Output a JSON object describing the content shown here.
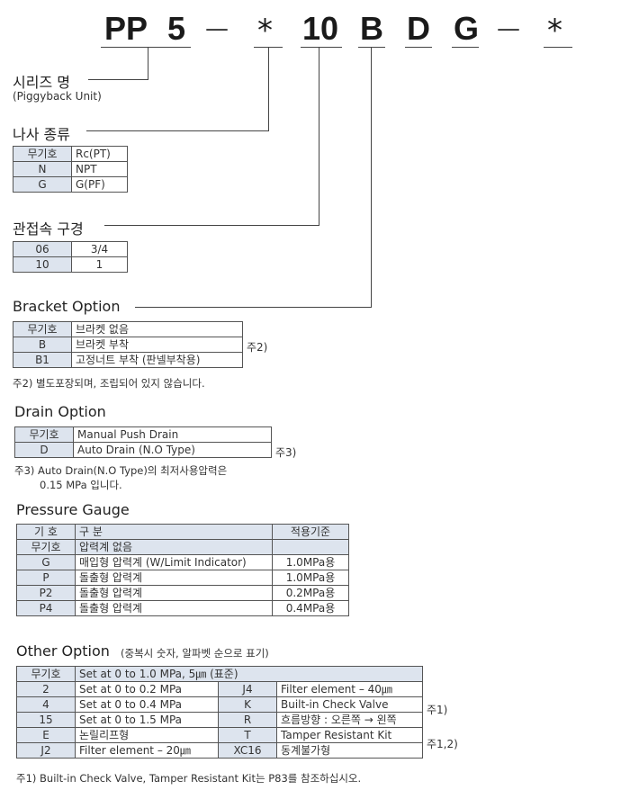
{
  "model_code": {
    "pp": "PP",
    "five": "5",
    "dash1": "—",
    "star1": "*",
    "ten": "10",
    "b": "B",
    "d": "D",
    "g": "G",
    "dash2": "—",
    "star2": "*"
  },
  "series": {
    "title": "시리즈 명",
    "subtitle": "(Piggyback Unit)"
  },
  "thread": {
    "title": "나사 종류",
    "rows": [
      [
        "무기호",
        "Rc(PT)"
      ],
      [
        "N",
        "NPT"
      ],
      [
        "G",
        "G(PF)"
      ]
    ]
  },
  "port": {
    "title": "관접속 구경",
    "rows": [
      [
        "06",
        "3/4"
      ],
      [
        "10",
        "1"
      ]
    ]
  },
  "bracket": {
    "title": "Bracket  Option",
    "rows": [
      [
        "무기호",
        "브라켓 없음"
      ],
      [
        "B",
        "브라켓 부착"
      ],
      [
        "B1",
        "고정너트 부착 (판넬부착용)"
      ]
    ],
    "side_note": "주2)",
    "note": "주2) 별도포장되며, 조립되어 있지 않습니다."
  },
  "drain": {
    "title": "Drain  Option",
    "rows": [
      [
        "무기호",
        "Manual Push Drain"
      ],
      [
        "D",
        "Auto Drain (N.O Type)"
      ]
    ],
    "side_note": "주3)",
    "note_line1": "주3) Auto Drain(N.O Type)의 최저사용압력은",
    "note_line2": "0.15 MPa 입니다."
  },
  "gauge": {
    "title": "Pressure  Gauge",
    "headers": [
      "기 호",
      "구 분",
      "적용기준"
    ],
    "rows": [
      [
        "무기호",
        "압력계 없음",
        ""
      ],
      [
        "G",
        "매입형 압력계 (W/Limit Indicator)",
        "1.0MPa용"
      ],
      [
        "P",
        "돌출형 압력계",
        "1.0MPa용"
      ],
      [
        "P2",
        "돌출형 압력계",
        "0.2MPa용"
      ],
      [
        "P4",
        "돌출형 압력계",
        "0.4MPa용"
      ]
    ]
  },
  "other": {
    "title": "Other  Option",
    "title_note": "(중복시 숫자, 알파벳 순으로 표기)",
    "first_row": [
      "무기호",
      "Set at 0 to 1.0 MPa, 5㎛ (표준)"
    ],
    "rows": [
      [
        "2",
        "Set at 0 to 0.2 MPa",
        "J4",
        "Filter element – 40㎛",
        ""
      ],
      [
        "4",
        "Set at 0 to 0.4 MPa",
        "K",
        "Built-in Check Valve",
        "주1)"
      ],
      [
        "15",
        "Set at 0 to 1.5 MPa",
        "R",
        "흐름방향 : 오른쪽 → 왼쪽",
        ""
      ],
      [
        "E",
        "논릴리프형",
        "T",
        "Tamper Resistant Kit",
        "주1,2)"
      ],
      [
        "J2",
        "Filter element – 20㎛",
        "XC16",
        "동계불가형",
        ""
      ]
    ],
    "note": "주1) Built-in Check Valve, Tamper Resistant Kit는 P83를 참조하십시오."
  }
}
